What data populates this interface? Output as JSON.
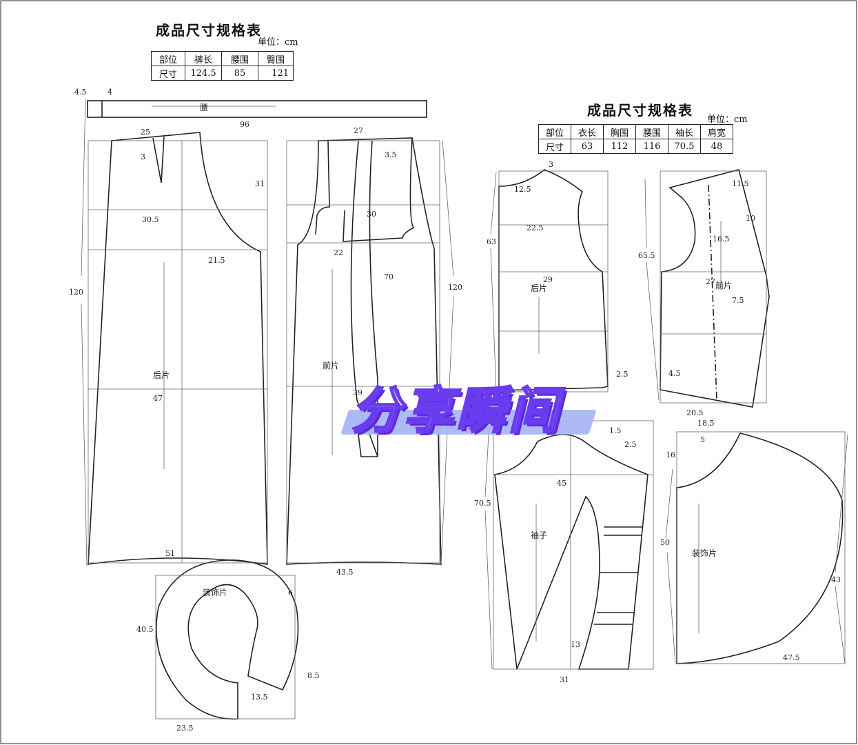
{
  "pants": {
    "title": "成品尺寸规格表",
    "unit": "单位：cm",
    "headers": [
      "部位",
      "裤长",
      "腰围",
      "臀围"
    ],
    "values": [
      "尺寸",
      "124.5",
      "85",
      "121"
    ]
  },
  "top": {
    "title": "成品尺寸规格表",
    "unit": "单位：cm",
    "headers": [
      "部位",
      "衣长",
      "胸围",
      "腰围",
      "袖长",
      "肩宽"
    ],
    "values": [
      "尺寸",
      "63",
      "112",
      "116",
      "70.5",
      "48"
    ]
  },
  "labels": {
    "waist": "腰",
    "back_piece": "后片",
    "front_piece": "前片",
    "decor_piece": "装饰片",
    "sleeve": "袖子"
  },
  "dims": {
    "wb_45": "4.5",
    "wb_4": "4",
    "wb_96": "96",
    "bp_25": "25",
    "bp_3": "3",
    "bp_31": "31",
    "bp_305": "30.5",
    "bp_215": "21.5",
    "bp_120": "120",
    "bp_47": "47",
    "bp_51": "51",
    "fp_27": "27",
    "fp_35": "3.5",
    "fp_30": "30",
    "fp_22": "22",
    "fp_70": "70",
    "fp_120": "120",
    "fp_39": "39",
    "fp_435": "43.5",
    "ring_6": "6",
    "ring_405": "40.5",
    "ring_85": "8.5",
    "ring_135": "13.5",
    "ring_235": "23.5",
    "tb_3": "3",
    "tb_125": "12.5",
    "tb_225": "22.5",
    "tb_63": "63",
    "tb_29": "29",
    "tb_25": "2.5",
    "tf_115": "11.5",
    "tf_10": "10",
    "tf_165": "16.5",
    "tf_655": "65.5",
    "tf_27": "27",
    "tf_75": "7.5",
    "tf_45": "4.5",
    "tf_205": "20.5",
    "sl_15": "1.5",
    "sl_25": "2.5",
    "sl_45": "45",
    "sl_705": "70.5",
    "sl_13": "13",
    "sl_31": "31",
    "dc_185": "18.5",
    "dc_5": "5",
    "dc_16": "16",
    "dc_50": "50",
    "dc_43": "43",
    "dc_475": "47.5"
  },
  "watermark": "分享瞬间"
}
